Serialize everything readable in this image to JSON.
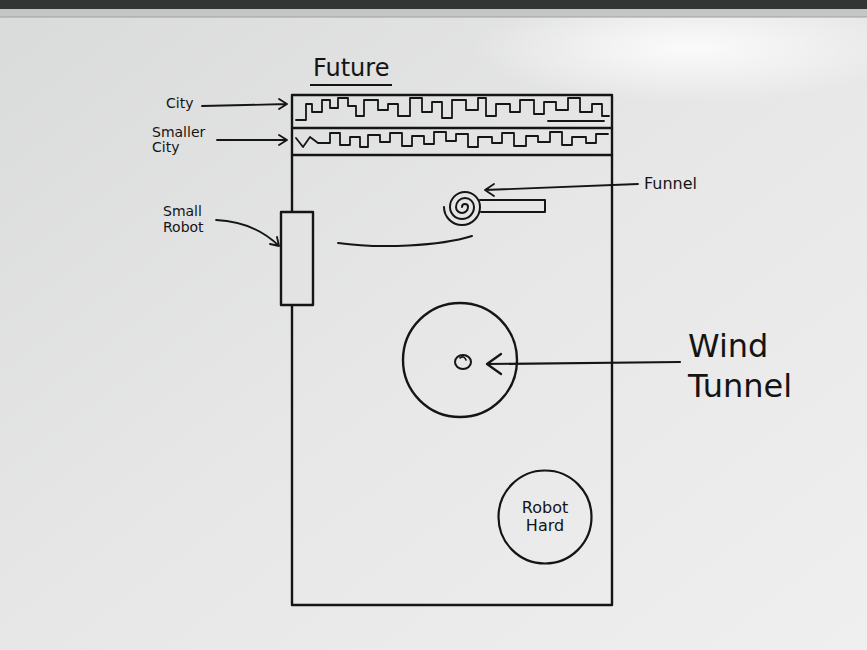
{
  "diagram": {
    "title": "Future",
    "nodes": [
      {
        "text": [
          "Robot Hard"
        ]
      }
    ],
    "labels": [
      "City",
      "Smaller City",
      "Small Robot",
      "Funnel",
      "Wind Tunnel"
    ]
  }
}
